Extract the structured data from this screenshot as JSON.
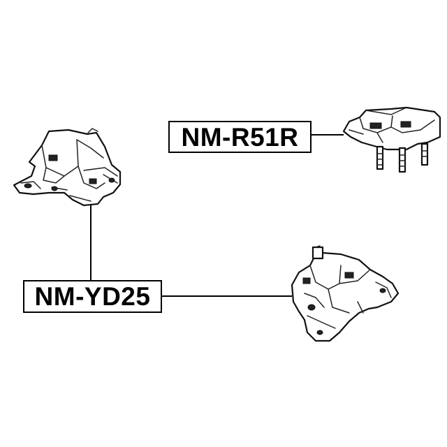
{
  "parts": [
    {
      "part_number": "NM-R51R",
      "illustration": "engine-mount-with-studs"
    },
    {
      "part_number": "NM-YD25",
      "illustration": "engine-mount-with-bracket"
    }
  ],
  "colors": {
    "ink": "#000000",
    "background": "#ffffff"
  }
}
